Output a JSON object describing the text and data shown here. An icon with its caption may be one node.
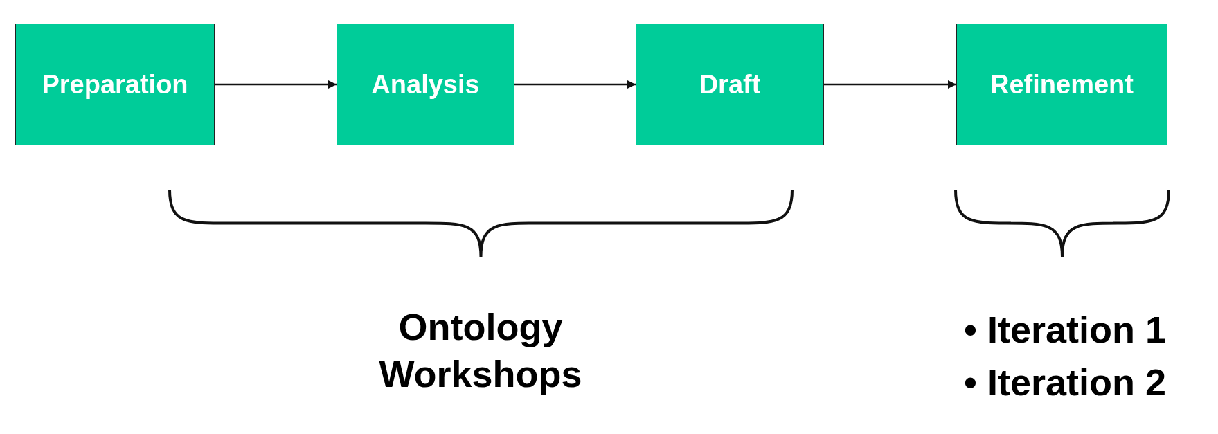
{
  "diagram": {
    "nodes": [
      {
        "text": [
          "Preparation"
        ]
      },
      {
        "text": [
          "Analysis"
        ]
      },
      {
        "text": [
          "Draft"
        ]
      },
      {
        "text": [
          "Refinement"
        ]
      }
    ],
    "edges": [
      {
        "from": 0,
        "to": 1,
        "arrow": "to"
      },
      {
        "from": 1,
        "to": 2,
        "arrow": "to"
      },
      {
        "from": 2,
        "to": 3,
        "arrow": "to"
      }
    ],
    "labels": [
      "Ontology Workshops",
      "• Iteration 1",
      "• Iteration 2"
    ]
  }
}
